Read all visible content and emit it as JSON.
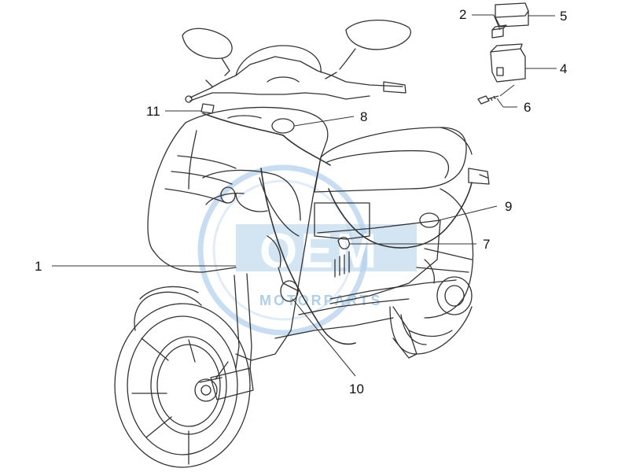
{
  "watermark": {
    "brand_text": "OEM",
    "sub_text": "MOTORPARTS",
    "color": "#6fa8d8"
  },
  "callouts": {
    "c1": "1",
    "c2": "2",
    "c4": "4",
    "c5": "5",
    "c6": "6",
    "c7": "7",
    "c8": "8",
    "c9": "9",
    "c10": "10",
    "c11": "11"
  },
  "colors": {
    "line": "#333333",
    "background": "#ffffff"
  }
}
